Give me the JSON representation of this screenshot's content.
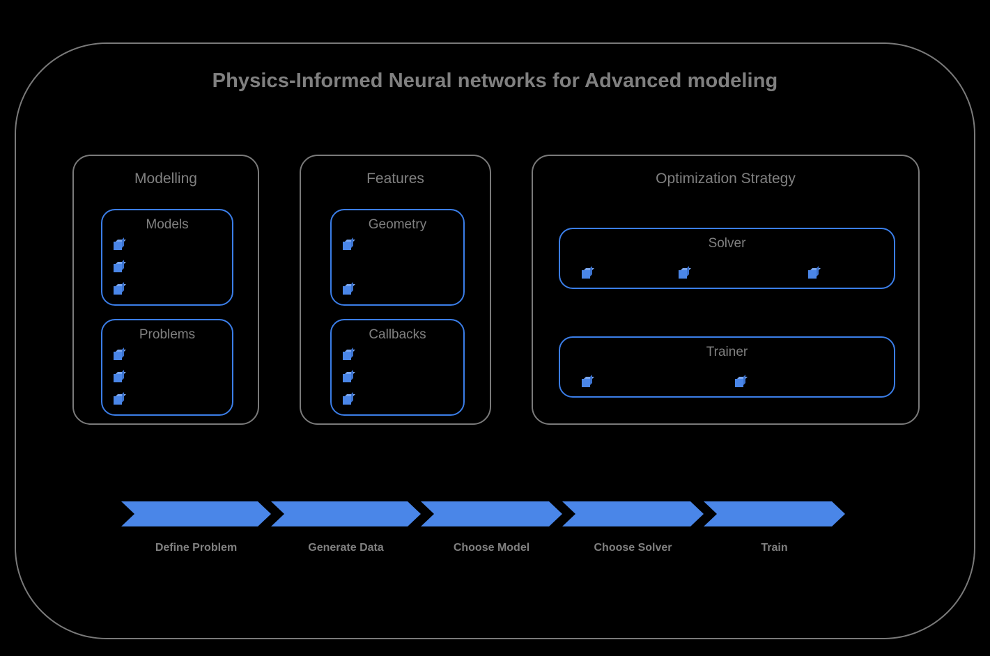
{
  "diagram": {
    "title": "Physics-Informed Neural networks for Advanced modeling",
    "background_color": "#000000",
    "frame_border_color": "#7a7a7a",
    "text_color": "#808080",
    "accent_color": "#4a86e8"
  },
  "groups": [
    {
      "label": "Modelling",
      "boxes": [
        {
          "label": "Models",
          "bullet_count": 3,
          "bullet_layout": "vertical"
        },
        {
          "label": "Problems",
          "bullet_count": 3,
          "bullet_layout": "vertical"
        }
      ]
    },
    {
      "label": "Features",
      "boxes": [
        {
          "label": "Geometry",
          "bullet_count": 2,
          "bullet_layout": "vertical"
        },
        {
          "label": "Callbacks",
          "bullet_count": 3,
          "bullet_layout": "vertical"
        }
      ]
    },
    {
      "label": "Optimization Strategy",
      "boxes": [
        {
          "label": "Solver",
          "bullet_count": 3,
          "bullet_layout": "horizontal"
        },
        {
          "label": "Trainer",
          "bullet_count": 2,
          "bullet_layout": "horizontal"
        }
      ]
    }
  ],
  "pipeline": {
    "stages": [
      {
        "label": "Define Problem"
      },
      {
        "label": "Generate Data"
      },
      {
        "label": "Choose Model"
      },
      {
        "label": "Choose Solver"
      },
      {
        "label": "Train"
      }
    ]
  },
  "icons": {
    "bullet": "cube-icon"
  }
}
